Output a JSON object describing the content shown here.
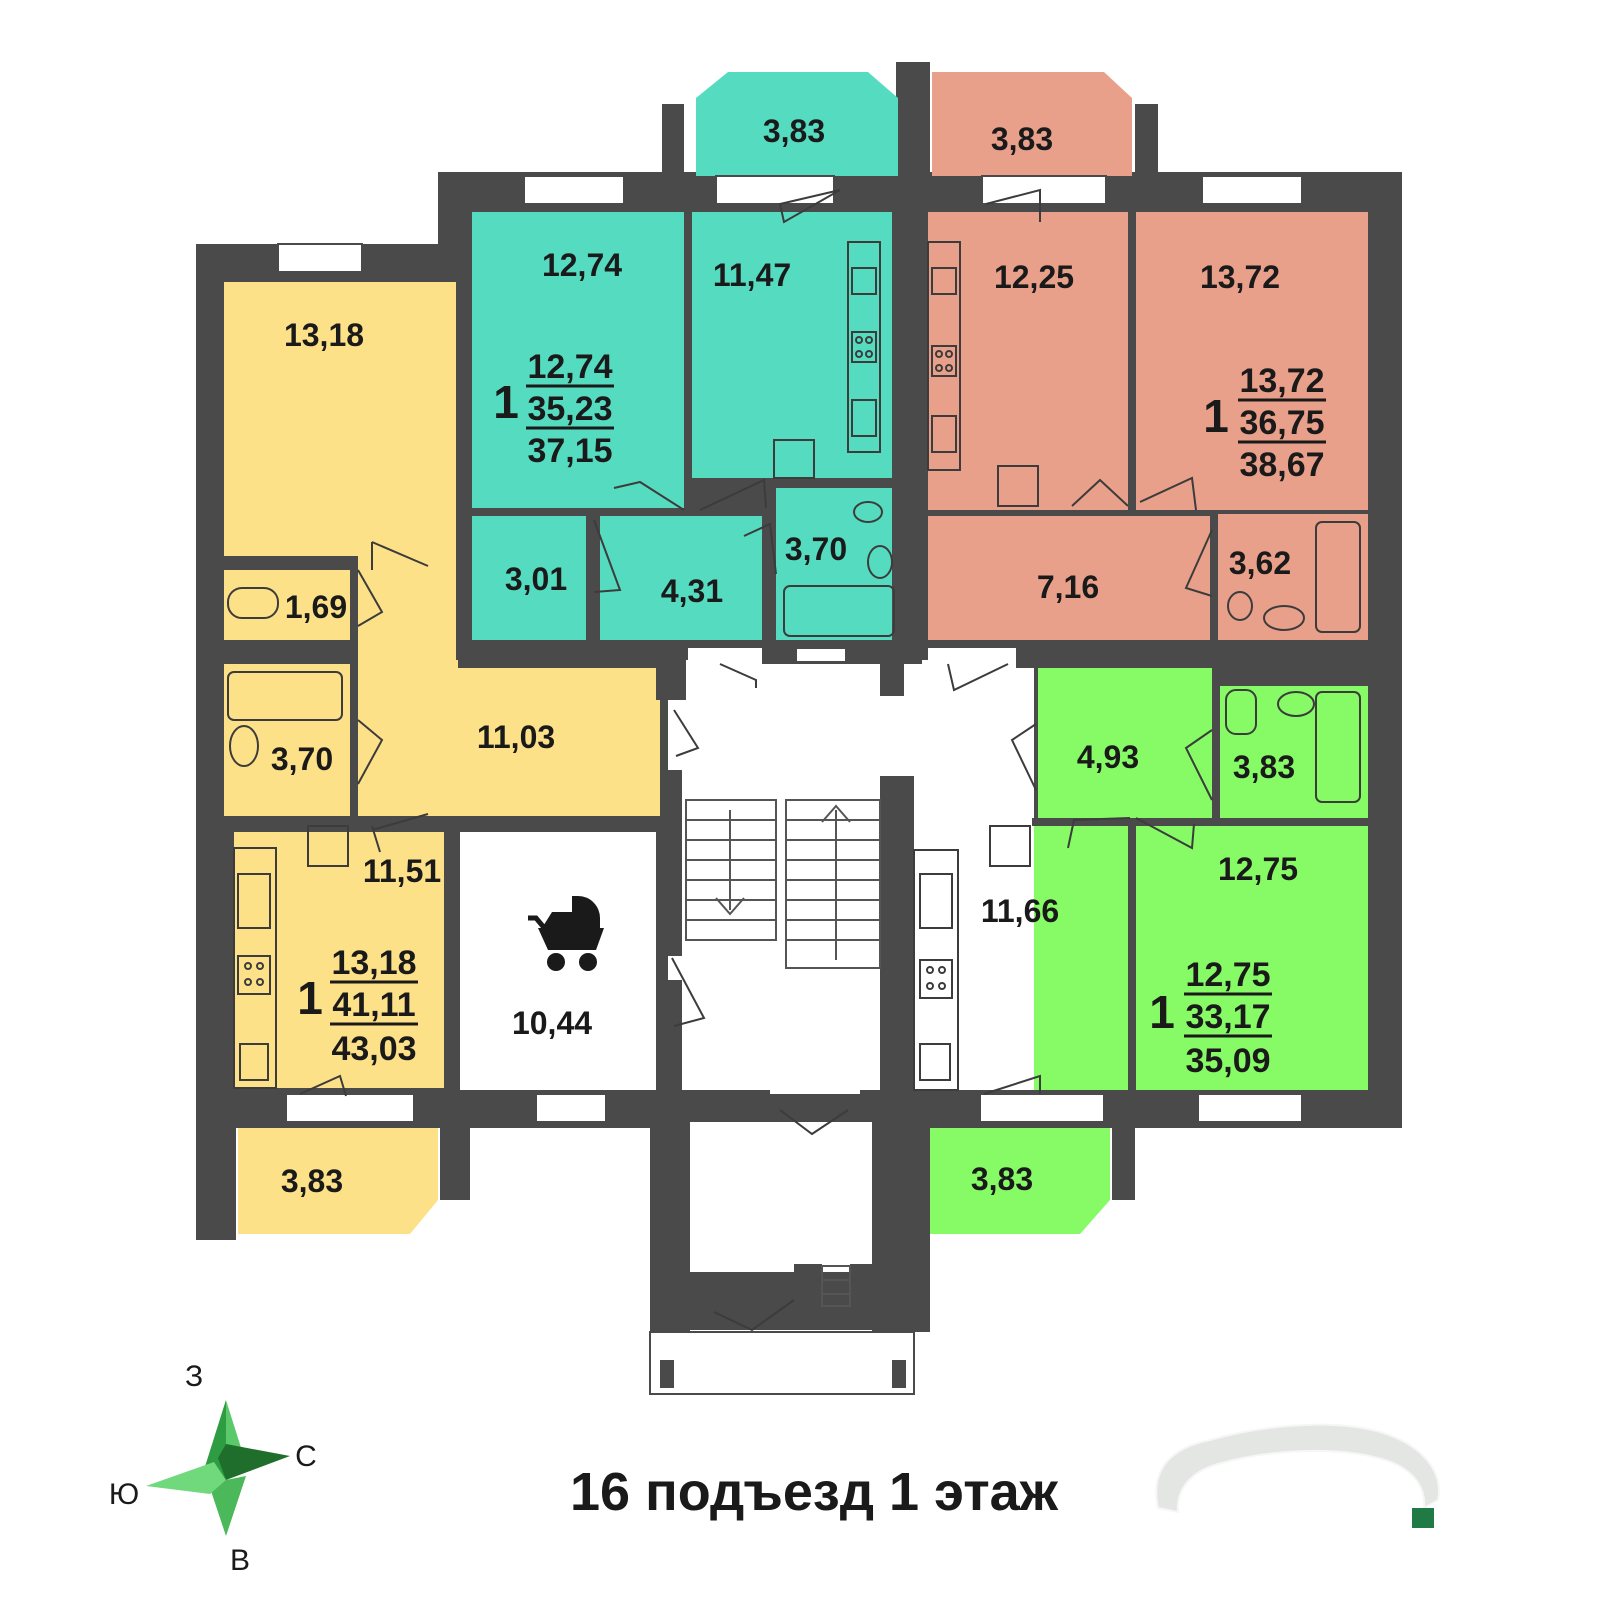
{
  "title": "16 подъезд 1 этаж",
  "colors": {
    "teal": "#55dcc0",
    "salmon": "#e9a08a",
    "yellow": "#fde188",
    "green": "#86fb66",
    "wall": "#4a4a4a",
    "compass": "#2e9c42"
  },
  "compass": {
    "north": "З",
    "east": "С",
    "south": "В",
    "west": "Ю"
  },
  "apartments": {
    "teal": {
      "rooms": "1",
      "living": "12,74",
      "total": "35,23",
      "total_with_balcony": "37,15",
      "room_areas": {
        "balcony": "3,83",
        "room": "12,74",
        "kitchen": "11,47",
        "storage": "3,01",
        "hall": "4,31",
        "bath": "3,70"
      }
    },
    "salmon": {
      "rooms": "1",
      "living": "13,72",
      "total": "36,75",
      "total_with_balcony": "38,67",
      "room_areas": {
        "balcony": "3,83",
        "kitchen": "12,25",
        "room": "13,72",
        "hall": "7,16",
        "bath": "3,62"
      }
    },
    "yellow": {
      "rooms": "1",
      "living": "13,18",
      "total": "41,11",
      "total_with_balcony": "43,03",
      "room_areas": {
        "room": "13,18",
        "wc": "1,69",
        "bath": "3,70",
        "hall": "11,03",
        "kitchen": "11,51",
        "balcony": "3,83"
      }
    },
    "green": {
      "rooms": "1",
      "living": "12,75",
      "total": "33,17",
      "total_with_balcony": "35,09",
      "room_areas": {
        "hall": "4,93",
        "bath": "3,83",
        "kitchen": "11,66",
        "room": "12,75",
        "balcony": "3,83"
      }
    }
  },
  "stroller_room": {
    "area": "10,44",
    "icon": "stroller-icon"
  }
}
